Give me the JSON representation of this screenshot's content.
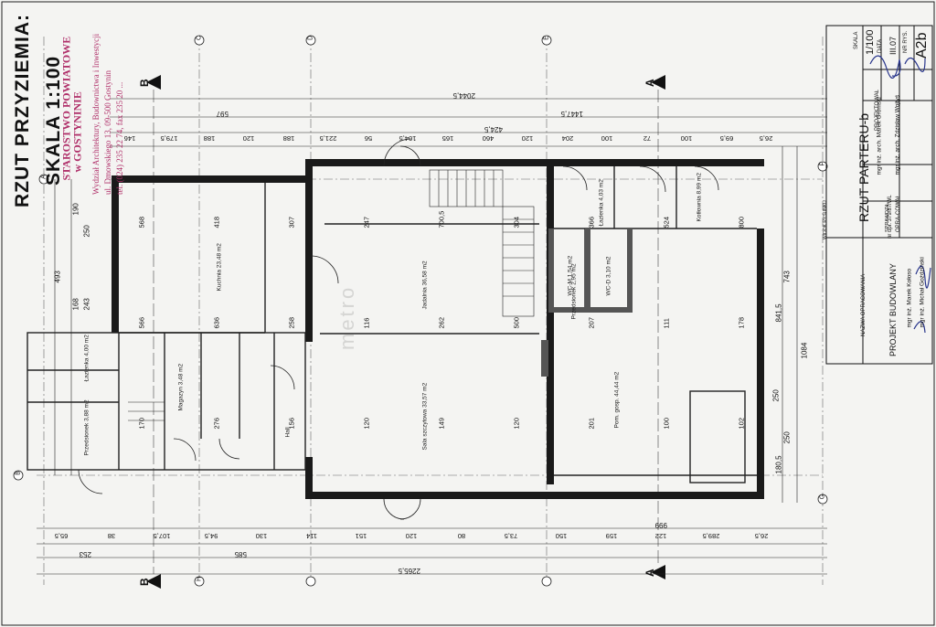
{
  "drawing": {
    "title": "RZUT PRZYZIEMIA:",
    "scale_label": "SKALA 1:100",
    "watermark": "metro"
  },
  "stamp": {
    "line1": "STAROSTWO POWIATOWE",
    "line2": "w GOSTYNINIE",
    "line3": "Wydział Architektury, Budownictwa i Inwestycji",
    "line4": "ul. Dmowskiego 13, 09-500 Gostynin",
    "line5": "tel. (024) 235 22 74, fax 235 20 ..."
  },
  "title_block": {
    "sheet_title": "RZUT PARTERU-b",
    "project_label": "NAZWA OPRACOWANIA",
    "project_name": "PROJEKT BUDOWLANY",
    "scale_header": "SKALA",
    "scale_value": "1/100",
    "date_header": "DATA",
    "date_value": "III.07",
    "sheet_no_header": "NR RYS.",
    "sheet_no": "A2b",
    "designed_header": "PROJEKTOWAŁ",
    "designer1": "mgr inż. arch. Marek Gromski",
    "designer2": "mgr inż. arch. Zdzisław Wojtyś",
    "prepared_header": "OPRA-COWAŁ",
    "preparer1": "mgr inż. Marek Kołoso",
    "preparer2": "mgr inż. Michał Gożdziński",
    "checked_header": "SPRAWDZIŁ",
    "permit": "nr upr. 379/87/WL",
    "legend_label": "WIDOK RYSUNKU"
  },
  "axes": {
    "grid_letters": [
      "A",
      "B",
      "C",
      "D",
      "E",
      "F",
      "G",
      "H"
    ],
    "section_a": "A",
    "section_b": "B"
  },
  "rooms": {
    "kitchen": "Kuchnia 23,48 m2",
    "dining": "Jadalnia 36,58 m2",
    "hall": "Sala szczytowa 33,57 m2",
    "commercial": "Pom. gosp. 44,44 m2",
    "bathroom": "Łazienka 4,00 m2",
    "storage": "Magazyn 3,48 m2",
    "vestibule": "Przedsionek 3,88 m2",
    "hallway": "Hall",
    "wc1": "WC-M 1,54 m2",
    "wc2": "WC-D 3,10 m2",
    "corridor": "Przedsionek 2,95 m2",
    "wc3": "Łazienka 4,03 m2",
    "room_right": "Kotłownia 8,99 m2"
  },
  "dimensions": {
    "top_total": "2044,5",
    "top_mid": "1447,5",
    "top_left": "597",
    "top_right": "424,5",
    "top_row": [
      "146",
      "179,5",
      "188",
      "120",
      "188",
      "221,5",
      "56",
      "104,5",
      "165",
      "460",
      "120",
      "204",
      "100",
      "72",
      "100",
      "69,5",
      "26,5"
    ],
    "bottom_total": "2265,5",
    "bottom_mid": "585",
    "bottom_right": "999",
    "bottom_left": "253",
    "bottom_row": [
      "65,5",
      "38",
      "107,5",
      "94,5",
      "130",
      "114",
      "151",
      "120",
      "80",
      "73,5",
      "150",
      "159",
      "122",
      "289,5",
      "26,5"
    ],
    "left_total": "493",
    "left_a": "190",
    "left_b": "250",
    "left_c": "168",
    "left_d": "243",
    "right_total": "1084",
    "right_a": "743",
    "right_b": "841,5",
    "right_c": "250",
    "right_d": "180,5",
    "right_e": "250",
    "inner": [
      "568",
      "418",
      "307",
      "247",
      "700,5",
      "304",
      "366",
      "524",
      "800",
      "566",
      "636",
      "258",
      "116",
      "262",
      "500",
      "207",
      "111",
      "178",
      "170",
      "276",
      "156",
      "120",
      "149",
      "120",
      "201",
      "100",
      "102"
    ]
  }
}
